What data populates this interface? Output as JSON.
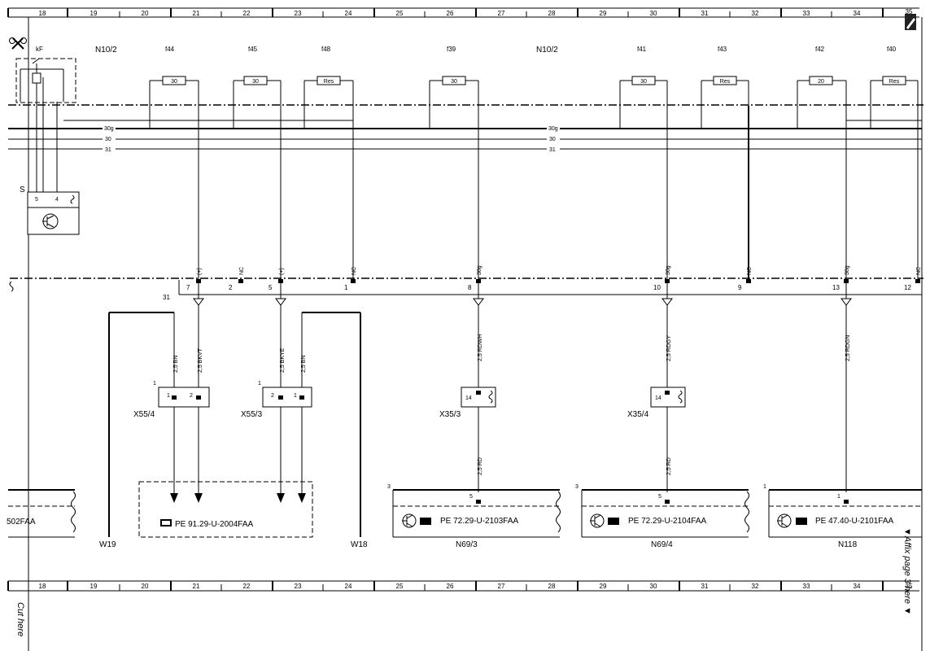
{
  "grid_top": [
    "18",
    "19",
    "20",
    "21",
    "22",
    "23",
    "24",
    "25",
    "26",
    "27",
    "28",
    "29",
    "30",
    "31",
    "32",
    "33",
    "34",
    "35"
  ],
  "grid_bottom": [
    "18",
    "19",
    "20",
    "21",
    "22",
    "23",
    "24",
    "25",
    "26",
    "27",
    "28",
    "29",
    "30",
    "31",
    "32",
    "33",
    "34",
    "35"
  ],
  "top_labels": {
    "kf": "kF",
    "n10_left": "N10/2",
    "f44": "f44",
    "f45": "f45",
    "f48": "f48",
    "f39": "f39",
    "n10_right": "N10/2",
    "f41": "f41",
    "f43": "f43",
    "f42": "f42",
    "f40": "f40"
  },
  "fuses": {
    "f44": "30",
    "f45": "30",
    "f48": "Res",
    "f39": "30",
    "f41": "30",
    "f43": "Res",
    "f42": "20",
    "f40": "Res"
  },
  "busbars": {
    "b30g_a": "30g",
    "b30_a": "30",
    "b31_a": "31",
    "b30g_b": "30g",
    "b30_b": "30",
    "b31_b": "31"
  },
  "relay": {
    "label": "S",
    "pin5": "5",
    "pin4": "4"
  },
  "connector_row": {
    "ground": "31",
    "sig": [
      "(+)",
      "NC",
      "(+)",
      "NC",
      "30g",
      "30g",
      "NC",
      "30g",
      "NC"
    ],
    "pins": [
      "7",
      "2",
      "5",
      "1",
      "8",
      "10",
      "9",
      "13",
      "12"
    ]
  },
  "wires": {
    "w1": "2,5 BN",
    "w2": "2,5 BKVT",
    "w3": "2,5 BKYE",
    "w4": "2,5 BN",
    "w5": "2,5 RDWH",
    "w6": "2,5 RDGY",
    "w7": "2,5 RDGN",
    "w8": "2,5 RD",
    "w9": "2,5 RD"
  },
  "connectors": {
    "x554": {
      "name": "X55/4",
      "ref": "1",
      "pin_a": "1",
      "pin_b": "2"
    },
    "x553": {
      "name": "X55/3",
      "ref": "1",
      "pin_a": "2",
      "pin_b": "1"
    },
    "x353": {
      "name": "X35/3",
      "pin": "14"
    },
    "x354": {
      "name": "X35/4",
      "pin": "14"
    }
  },
  "modules": {
    "left_partial": "502FAA",
    "pe_center": "PE 91.29-U-2004FAA",
    "n693": {
      "ref": "3",
      "pin": "5",
      "text": "PE 72.29-U-2103FAA",
      "name": "N69/3"
    },
    "n694": {
      "ref": "3",
      "pin": "5",
      "text": "PE 72.29-U-2104FAA",
      "name": "N69/4"
    },
    "n118": {
      "ref": "1",
      "pin": "1",
      "text": "PE 47.40-U-2101FAA",
      "name": "N118"
    }
  },
  "ground_labels": {
    "w19": "W19",
    "w18": "W18"
  },
  "margin": {
    "cut_here": "Cut here",
    "affix": "▼Affix page 3 here ▼"
  }
}
